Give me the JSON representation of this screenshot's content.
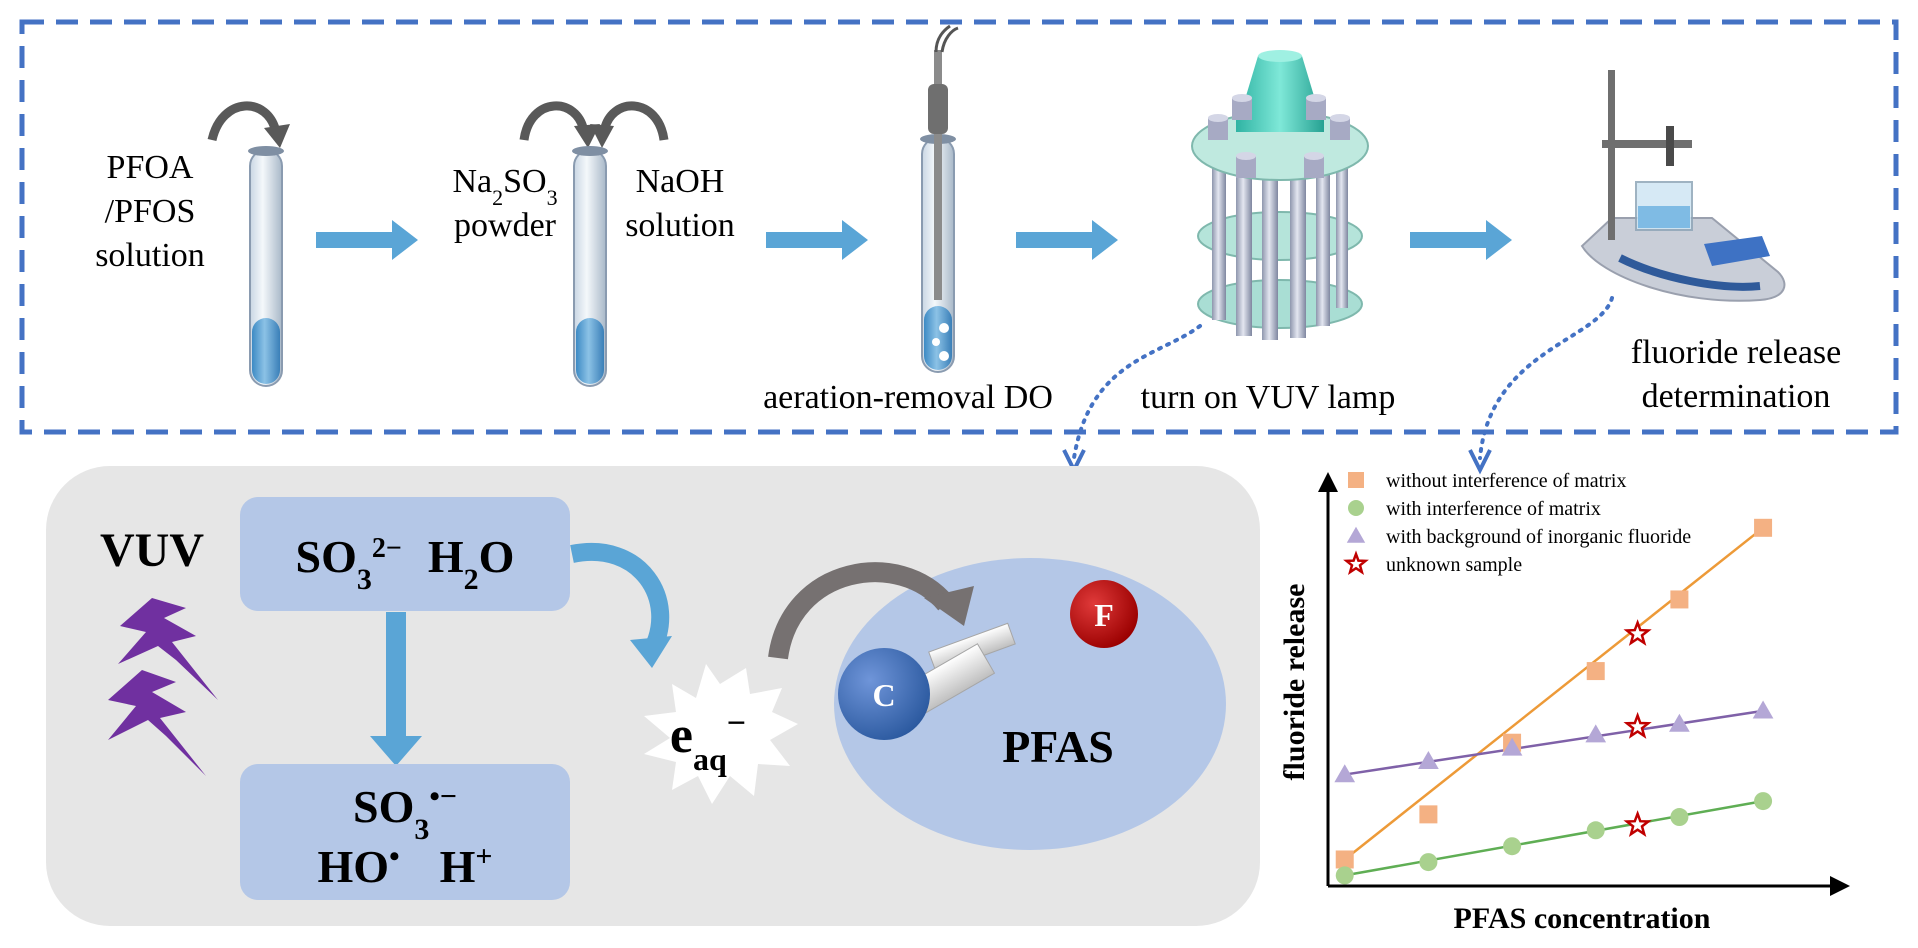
{
  "workflow": {
    "step1_lines": [
      "PFOA",
      "/PFOS",
      "solution"
    ],
    "step2_reagent_a": {
      "base": "Na",
      "sub1": "2",
      "mid": "SO",
      "sub2": "3",
      "line2": "powder"
    },
    "step2_reagent_b_lines": [
      "NaOH",
      "solution"
    ],
    "step3_label": "aeration-removal DO",
    "step4_label": "turn on VUV lamp",
    "step5_lines": [
      "fluoride release",
      "determination"
    ]
  },
  "mechanism": {
    "vuv_label": "VUV",
    "box_top": {
      "a_base": "SO",
      "a_sub": "3",
      "a_sup": "2−",
      "b_base": "H",
      "b_sub": "2",
      "b_end": "O"
    },
    "box_bottom": {
      "line1_base": "SO",
      "line1_sub": "3",
      "line1_sup": "•−",
      "line2_a": "HO",
      "line2_a_sup": "•",
      "line2_b": "H",
      "line2_b_sup": "+"
    },
    "electron": {
      "base": "e",
      "sub": "aq",
      "sup": "−"
    },
    "carbon_label": "C",
    "fluorine_label": "F",
    "pfas_label": "PFAS"
  },
  "colors": {
    "panel_bg": "#e6e6e6",
    "box_fill": "#b4c7e7",
    "arrow_blue": "#5aa5d6",
    "dash_border": "#4472c4",
    "lightning": "#7030a0",
    "carbon": "#4472c4",
    "fluorine": "#c00000",
    "grey_arrow": "#767171"
  },
  "chart_data": {
    "type": "line",
    "xlabel": "PFAS concentration",
    "ylabel": "fluoride release",
    "legend_position": "top-left",
    "series": [
      {
        "name": "without interference of matrix",
        "marker": "square",
        "color": "#f4b183",
        "line_color": "#ed9a38",
        "x": [
          1,
          2,
          3,
          4,
          5,
          6
        ],
        "y": [
          1.0,
          2.7,
          5.4,
          8.1,
          10.8,
          13.5
        ]
      },
      {
        "name": "with interference of matrix",
        "marker": "circle",
        "color": "#a9d18e",
        "line_color": "#5fae54",
        "x": [
          1,
          2,
          3,
          4,
          5,
          6
        ],
        "y": [
          0.4,
          0.9,
          1.5,
          2.1,
          2.6,
          3.2
        ]
      },
      {
        "name": "with background of inorganic fluoride",
        "marker": "triangle",
        "color": "#b4a7d6",
        "line_color": "#7f61a8",
        "x": [
          1,
          2,
          3,
          4,
          5,
          6
        ],
        "y": [
          4.2,
          4.7,
          5.2,
          5.7,
          6.1,
          6.6
        ]
      },
      {
        "name": "unknown sample",
        "marker": "star",
        "color": "#c00000",
        "x": [
          4.5,
          4.5,
          4.5
        ],
        "y": [
          9.5,
          6.0,
          2.3
        ]
      }
    ],
    "xlim": [
      0.8,
      6.8
    ],
    "ylim": [
      0,
      15
    ]
  }
}
